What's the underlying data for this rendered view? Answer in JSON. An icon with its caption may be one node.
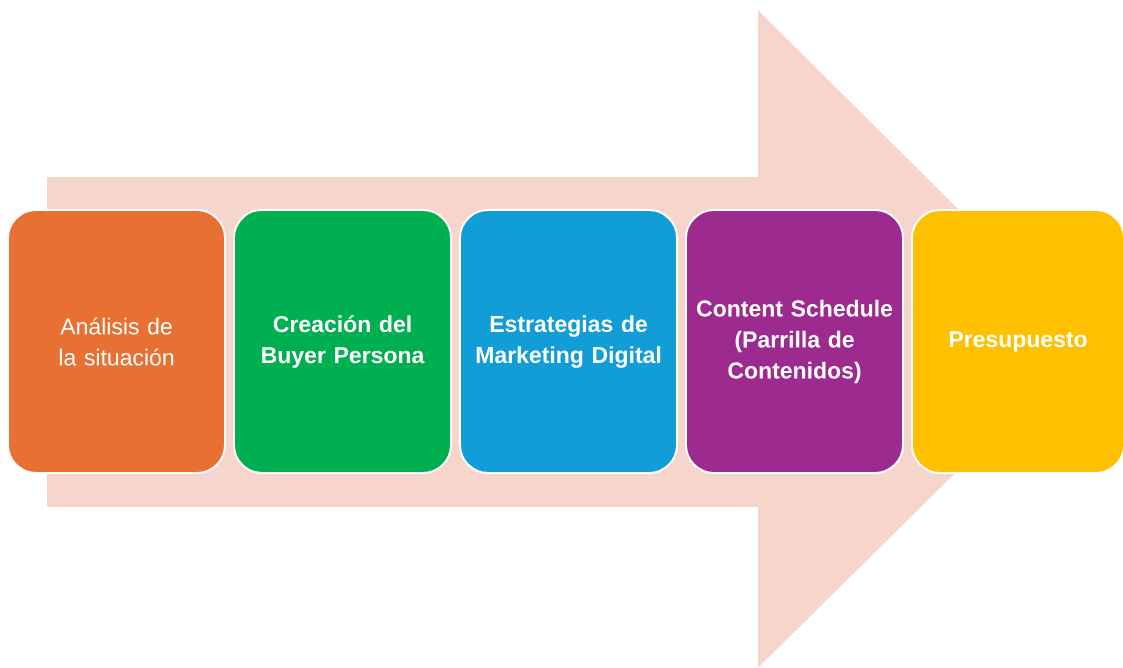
{
  "diagram": {
    "nodes": [
      {
        "text": [
          "Análisis de la situación"
        ]
      },
      {
        "text": [
          "Creación del Buyer Persona"
        ]
      },
      {
        "text": [
          "Estrategias de Marketing Digital"
        ]
      },
      {
        "text": [
          "Content Schedule (Parrilla de Contenidos)"
        ]
      },
      {
        "text": [
          "Presupuesto"
        ]
      }
    ],
    "edges": [
      {
        "from": 0,
        "to": 4,
        "arrow": "to"
      }
    ]
  }
}
